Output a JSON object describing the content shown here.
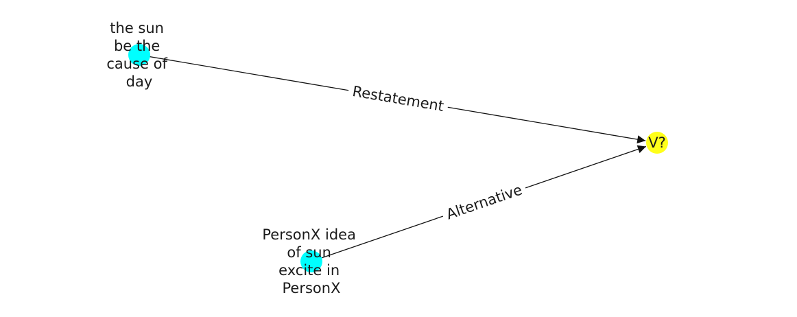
{
  "graph": {
    "nodes": [
      {
        "id": "n1",
        "label_lines": [
          "the sun",
          "be the",
          "cause of",
          "day"
        ],
        "color": "#00ffff"
      },
      {
        "id": "n2",
        "label_lines": [
          "PersonX idea",
          "of sun",
          "excite in",
          "PersonX"
        ],
        "color": "#00ffff"
      },
      {
        "id": "n3",
        "label_lines": [
          "V?"
        ],
        "color": "#ffff1a"
      }
    ],
    "edges": [
      {
        "source": "n1",
        "target": "n3",
        "label": "Restatement"
      },
      {
        "source": "n2",
        "target": "n3",
        "label": "Alternative"
      }
    ],
    "edge_color": "#111111",
    "directed": true
  }
}
